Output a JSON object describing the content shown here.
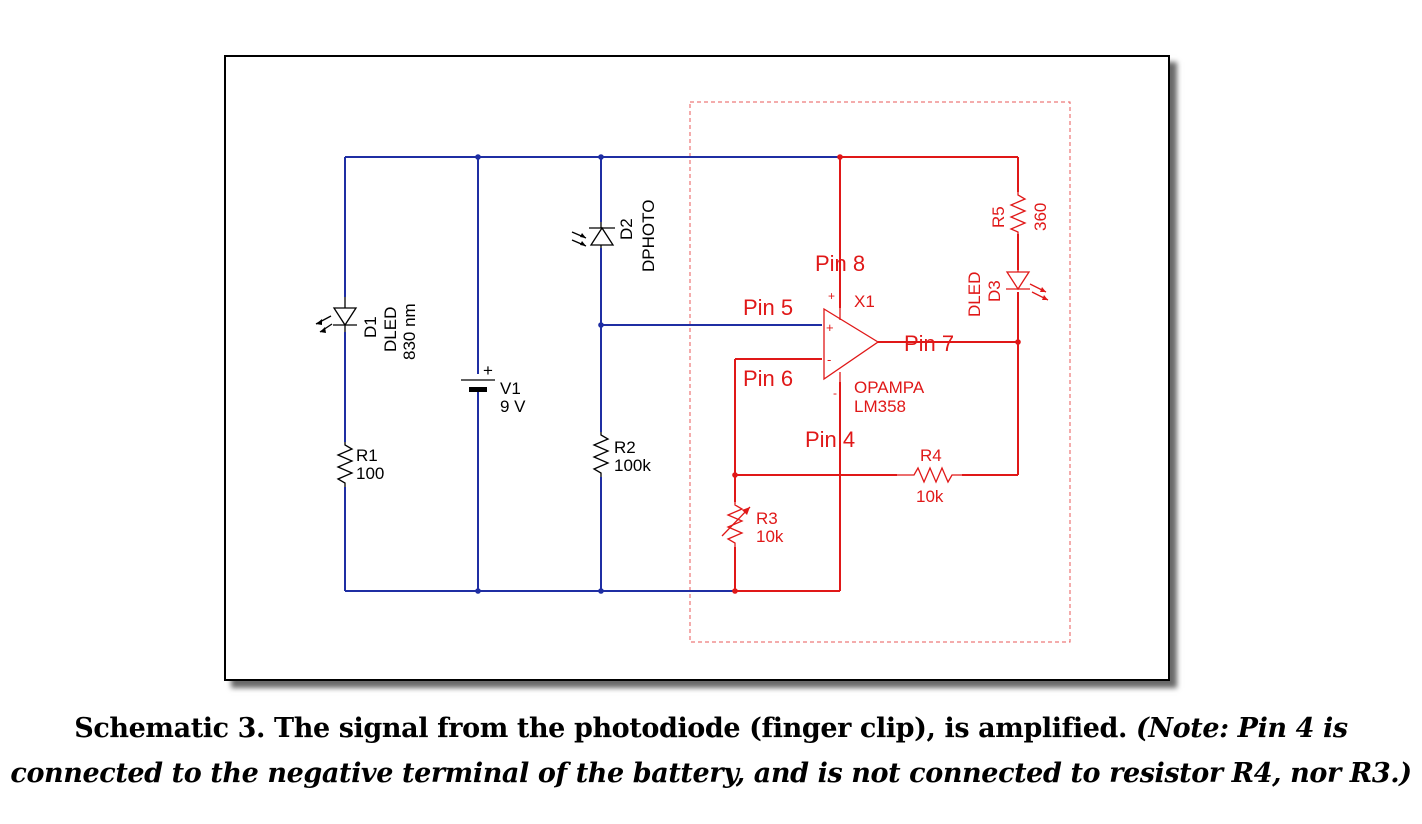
{
  "schematic": {
    "components": {
      "d1": {
        "ref": "D1",
        "type": "DLED",
        "value": "830 nm"
      },
      "v1": {
        "ref": "V1",
        "value": "9 V"
      },
      "r1": {
        "ref": "R1",
        "value": "100"
      },
      "d2": {
        "ref": "D2",
        "type": "DPHOTO"
      },
      "r2": {
        "ref": "R2",
        "value": "100k"
      },
      "x1": {
        "ref": "X1",
        "type": "OPAMPA",
        "part": "LM358"
      },
      "r3": {
        "ref": "R3",
        "value": "10k"
      },
      "r4": {
        "ref": "R4",
        "value": "10k"
      },
      "r5": {
        "ref": "R5",
        "value": "360"
      },
      "d3": {
        "ref": "D3",
        "type": "DLED"
      }
    },
    "pins": {
      "pin8": "Pin 8",
      "pin5": "Pin 5",
      "pin7": "Pin 7",
      "pin6": "Pin 6",
      "pin4": "Pin 4"
    },
    "symbols": {
      "plus": "+",
      "minus": "-"
    },
    "colors": {
      "original_circuit": "#1f2ea3",
      "amplifier_circuit": "#e01818",
      "frame_shadow": "#6a6a6a"
    }
  },
  "caption": {
    "line1_plain": "Schematic 3.  The signal from the photodiode (finger clip), is amplified.  ",
    "line1_italic": "(Note: Pin 4 is",
    "line2": "connected to the negative terminal of the battery, and is not connected to resistor R4, nor R3.)"
  }
}
